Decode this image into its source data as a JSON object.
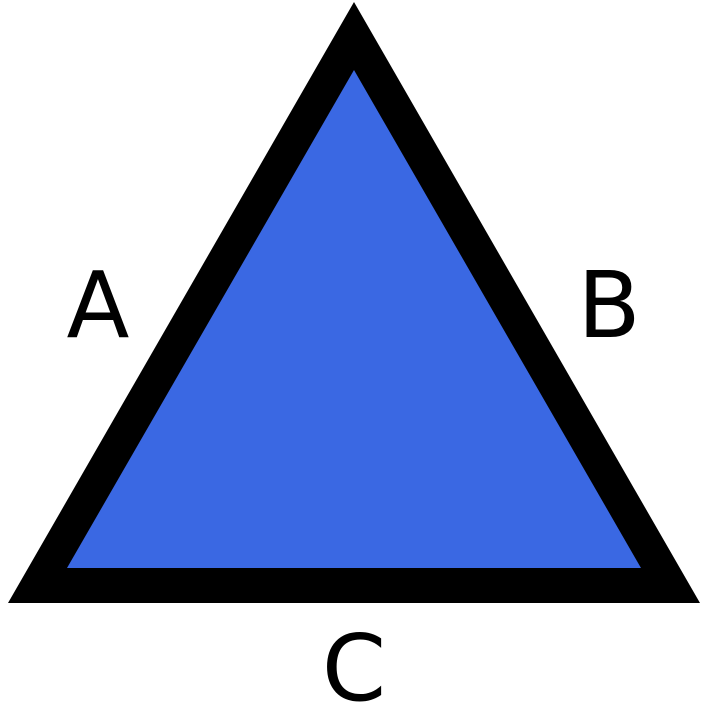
{
  "diagram": {
    "fill_color": "#3a68e3",
    "stroke_color": "#000000",
    "labels": {
      "left_side": "A",
      "right_side": "B",
      "bottom_side": "C"
    }
  }
}
